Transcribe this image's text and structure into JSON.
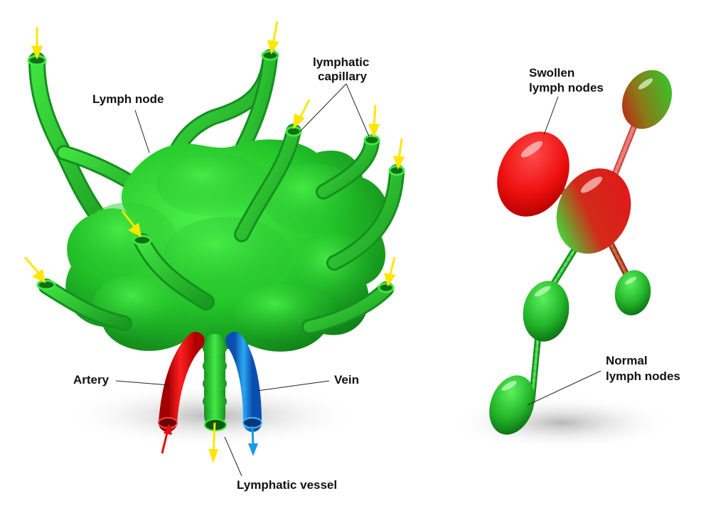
{
  "labels": {
    "lymph_node": "Lymph node",
    "lymphatic_capillary_line1": "lymphatic",
    "lymphatic_capillary_line2": "capillary",
    "artery": "Artery",
    "vein": "Vein",
    "lymphatic_vessel": "Lymphatic vessel",
    "swollen_line1": "Swollen",
    "swollen_line2": "lymph nodes",
    "normal_line1": "Normal",
    "normal_line2": "lymph nodes"
  },
  "colors": {
    "node_green": "#33dd33",
    "node_dark": "#139a1c",
    "artery_red": "#e01010",
    "vein_blue": "#1a8fe0",
    "flow_arrow_yellow": "#ffe600",
    "swollen_red": "#ee1111"
  },
  "icons": {
    "inflow_arrow": "arrow-down-yellow",
    "outflow_arrow": "arrow-down-yellow",
    "artery_arrow": "arrow-up-red",
    "vein_arrow": "arrow-down-blue"
  }
}
